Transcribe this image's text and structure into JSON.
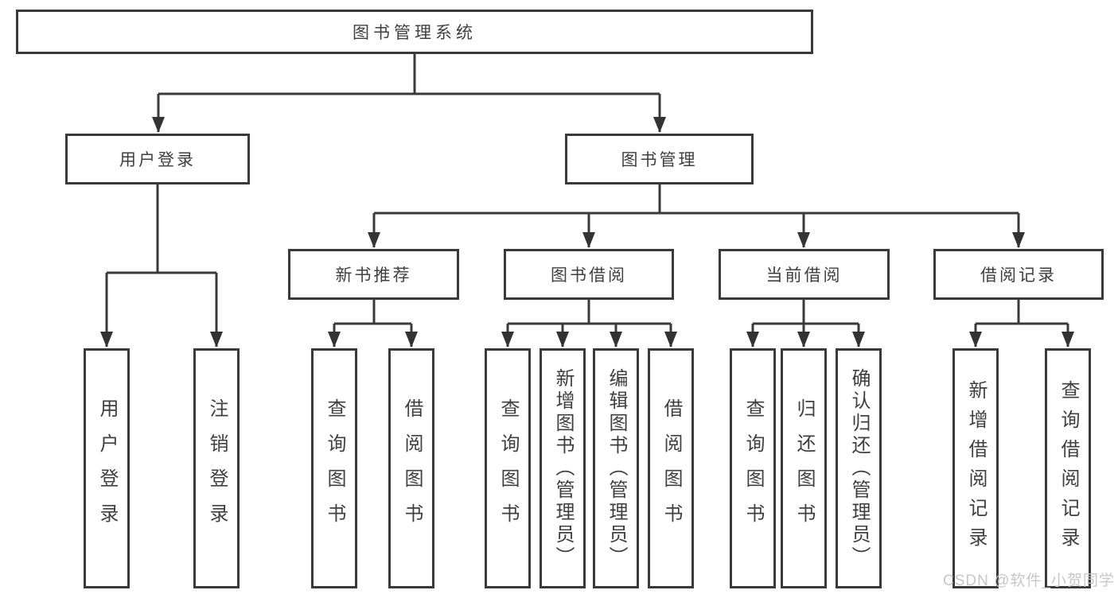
{
  "diagram_title": "图书管理系统",
  "tree": {
    "root": {
      "label": "图书管理系统"
    },
    "branches": [
      {
        "label": "用户登录",
        "children": [
          {
            "label": "用户登录"
          },
          {
            "label": "注销登录"
          }
        ]
      },
      {
        "label": "图书管理",
        "groups": [
          {
            "label": "新书推荐",
            "children": [
              {
                "label": "查询图书"
              },
              {
                "label": "借阅图书"
              }
            ]
          },
          {
            "label": "图书借阅",
            "children": [
              {
                "label": "查询图书"
              },
              {
                "label": "新增图书（管理员）"
              },
              {
                "label": "编辑图书（管理员）"
              },
              {
                "label": "借阅图书"
              }
            ]
          },
          {
            "label": "当前借阅",
            "children": [
              {
                "label": "查询图书"
              },
              {
                "label": "归还图书"
              },
              {
                "label": "确认归还（管理员）"
              }
            ]
          },
          {
            "label": "借阅记录",
            "children": [
              {
                "label": "新增借阅记录"
              },
              {
                "label": "查询借阅记录"
              }
            ]
          }
        ]
      }
    ]
  },
  "watermark": "CSDN @软件_小贺同学",
  "colors": {
    "line": "#3a3a3a",
    "text": "#3f3f3f",
    "watermark": "#c7c7c7",
    "background": "#ffffff"
  }
}
